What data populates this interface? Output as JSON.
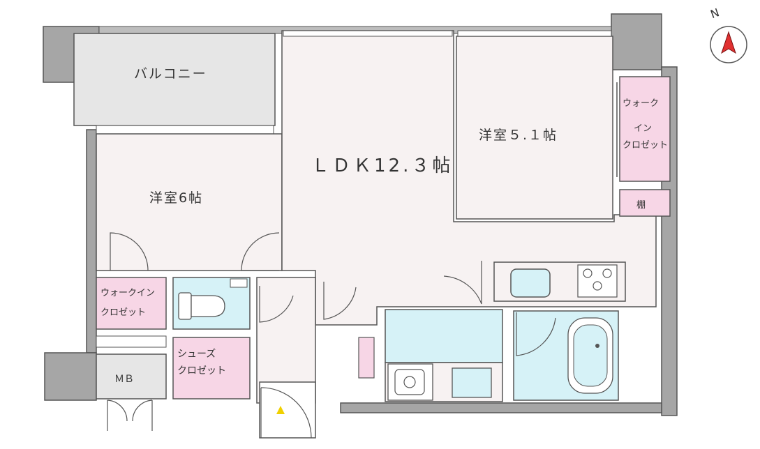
{
  "compass": {
    "label": "N"
  },
  "rooms": {
    "balcony": "バルコニー",
    "western_room_6": "洋室6帖",
    "ldk": "ＬＤＫ12.３帖",
    "western_room_5_1": "洋室５.１帖",
    "wic_right": [
      "ウォーク",
      "イン",
      "クロゼット"
    ],
    "shelf": "棚",
    "wic_left": [
      "ウォークイン",
      "クロゼット"
    ],
    "shoes_closet": [
      "シューズ",
      "クロゼット"
    ],
    "mb": "ＭＢ"
  },
  "colors": {
    "wall": "#a6a6a6",
    "wall_stroke": "#555555",
    "balcony_fill": "#e6e6e6",
    "room_fill": "#f7f2f2",
    "closet_pink": "#f7d6e6",
    "wet_blue": "#d6f2f7",
    "compass_arrow": "#e03030",
    "entrance_mark": "#f0d000"
  }
}
